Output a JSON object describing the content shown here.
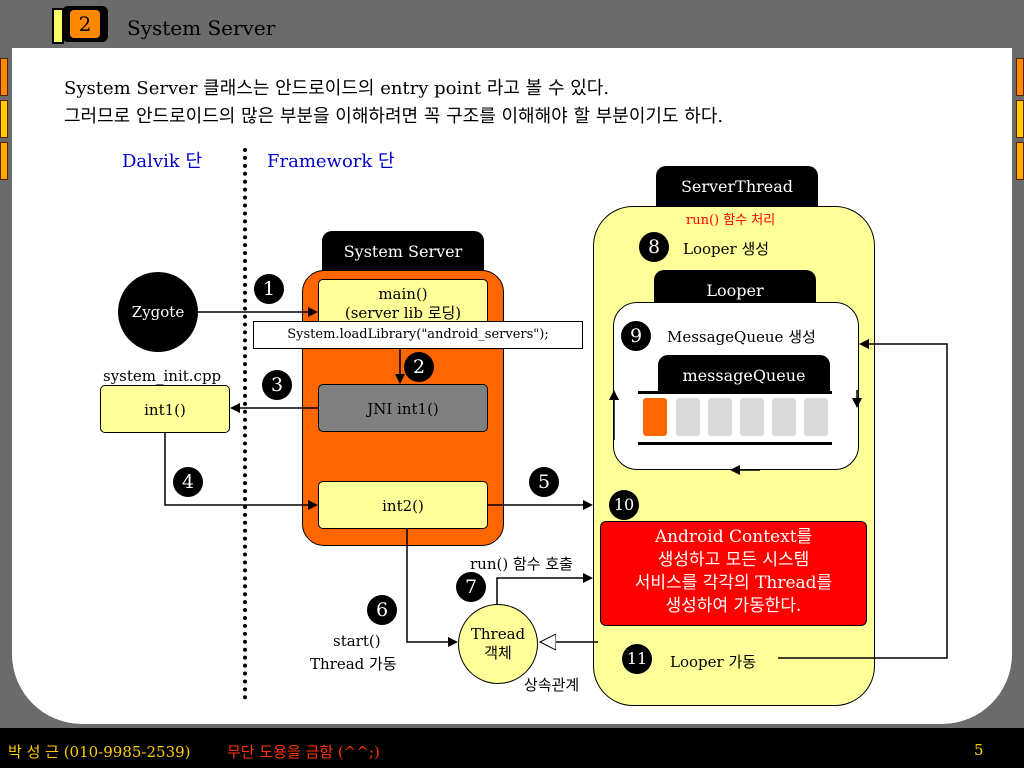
{
  "slide": {
    "number_badge": "2",
    "title": "System Server",
    "intro_line1": "System Server 클래스는 안드로이드의 entry point 라고 볼 수 있다.",
    "intro_line2": "그러므로 안드로이드의 많은 부분을 이해하려면 꼭 구조를 이해해야 할 부분이기도 하다.",
    "footer_author": "박 성 근 (010-9985-2539)",
    "footer_warning": "무단 도용을 금함 (^^;)",
    "page_number": "5"
  },
  "diagram": {
    "dalvik_label": "Dalvik 단",
    "framework_label": "Framework 단",
    "zygote": "Zygote",
    "system_init_file": "system_init.cpp",
    "int1_box": "int1()",
    "system_server_tab": "System Server",
    "main_line1": "main()",
    "main_line2": "(server lib 로딩)",
    "load_library": "System.loadLibrary(\"android_servers\");",
    "jni_box": "JNI int1()",
    "int2_box": "int2()",
    "start_line1": "start()",
    "start_line2": "Thread 가동",
    "run_call": "run() 함수 호출",
    "thread_line1": "Thread",
    "thread_line2": "객체",
    "inheritance": "상속관계",
    "server_thread_tab": "ServerThread",
    "run_handle": "run() 함수 처리",
    "looper_create": "Looper 생성",
    "looper_tab": "Looper",
    "mq_create": "MessageQueue 생성",
    "mq_tab": "messageQueue",
    "context_line1": "Android Context를",
    "context_line2": "생성하고 모든 시스템",
    "context_line3": "서비스를 각각의 Thread를",
    "context_line4": "생성하여 가동한다.",
    "looper_run": "Looper 가동",
    "steps": [
      "1",
      "2",
      "3",
      "4",
      "5",
      "6",
      "7",
      "8",
      "9",
      "10",
      "11"
    ]
  },
  "colors": {
    "frame": "#6b6b6b",
    "orange": "#ff6600",
    "yellow_fill": "#ffff99",
    "red_box": "#ff0000",
    "blue_label": "#0000cc",
    "footer_text": "#ffcc00",
    "footer_warn": "#ff3300"
  }
}
